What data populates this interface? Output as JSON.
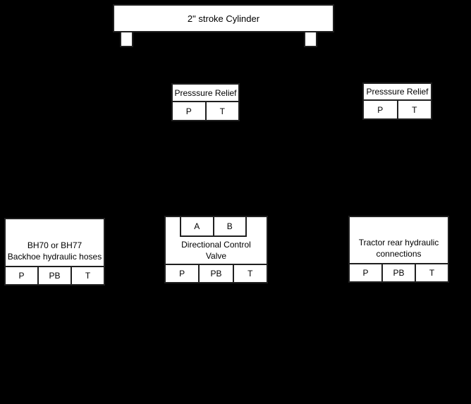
{
  "colors": {
    "background": "#000000",
    "box_fill": "#ffffff",
    "border": "#1f1f1f",
    "text": "#000000"
  },
  "cylinder": {
    "label": "2\" stroke Cylinder"
  },
  "relief_left": {
    "title": "Presssure Relief",
    "ports": [
      "P",
      "T"
    ]
  },
  "relief_right": {
    "title": "Presssure Relief",
    "ports": [
      "P",
      "T"
    ]
  },
  "backhoe": {
    "line1": "BH70 or BH77",
    "line2": "Backhoe hydraulic hoses",
    "ports": [
      "P",
      "PB",
      "T"
    ]
  },
  "dcv": {
    "top_ports": [
      "A",
      "B"
    ],
    "line1": "Directional Control",
    "line2": "Valve",
    "ports": [
      "P",
      "PB",
      "T"
    ]
  },
  "tractor": {
    "line1": "Tractor rear hydraulic",
    "line2": "connections",
    "ports": [
      "P",
      "PB",
      "T"
    ]
  }
}
